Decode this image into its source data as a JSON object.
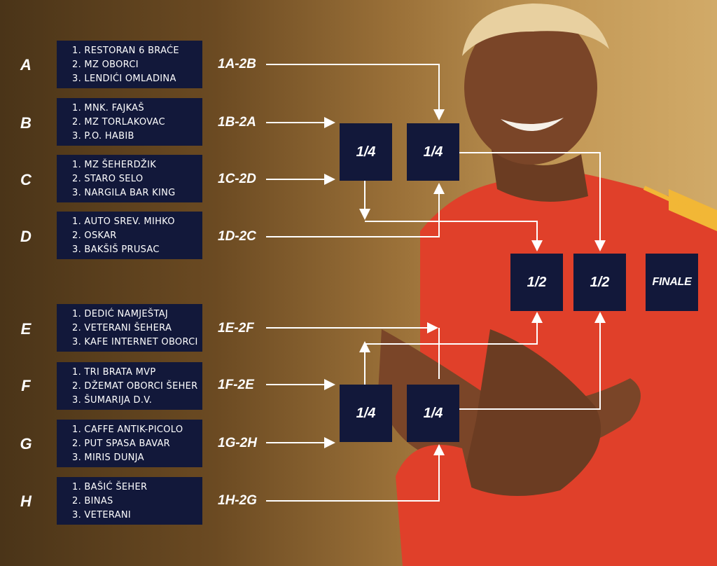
{
  "groups": [
    {
      "letter": "A",
      "teams": [
        "1. RESTORAN 6 BRAĆE",
        "2. MZ OBORCI",
        "3. LENDIĆI OMLADINA"
      ]
    },
    {
      "letter": "B",
      "teams": [
        "1. MNK. FAJKAŠ",
        "2. MZ TORLAKOVAC",
        "3. P.O. HABIB"
      ]
    },
    {
      "letter": "C",
      "teams": [
        "1. MZ ŠEHERDŽIK",
        "2. STARO SELO",
        "3. NARGILA BAR KING"
      ]
    },
    {
      "letter": "D",
      "teams": [
        "1. AUTO SREV. MIHKO",
        "2. OSKAR",
        "3. BAKŠIŠ PRUSAC"
      ]
    },
    {
      "letter": "E",
      "teams": [
        "1. DEDIĆ NAMJEŠTAJ",
        "2. VETERANI ŠEHERA",
        "3. KAFE INTERNET OBORCI"
      ]
    },
    {
      "letter": "F",
      "teams": [
        "1. TRI BRATA MVP",
        "2. DŽEMAT OBORCI ŠEHER",
        "3. ŠUMARIJA D.V."
      ]
    },
    {
      "letter": "G",
      "teams": [
        "1. CAFFE ANTIK-PICOLO",
        "2. PUT SPASA BAVAR",
        "3. MIRIS DUNJA"
      ]
    },
    {
      "letter": "H",
      "teams": [
        "1. BAŠIĆ ŠEHER",
        "2. BINAS",
        "3. VETERANI"
      ]
    }
  ],
  "matches": [
    "1A-2B",
    "1B-2A",
    "1C-2D",
    "1D-2C",
    "1E-2F",
    "1F-2E",
    "1G-2H",
    "1H-2G"
  ],
  "stages": {
    "quarter": "1/4",
    "semi": "1/2",
    "final": "FINALE"
  },
  "colors": {
    "box": "#12183a",
    "text": "#ffffff",
    "jersey": "#e0402a"
  }
}
